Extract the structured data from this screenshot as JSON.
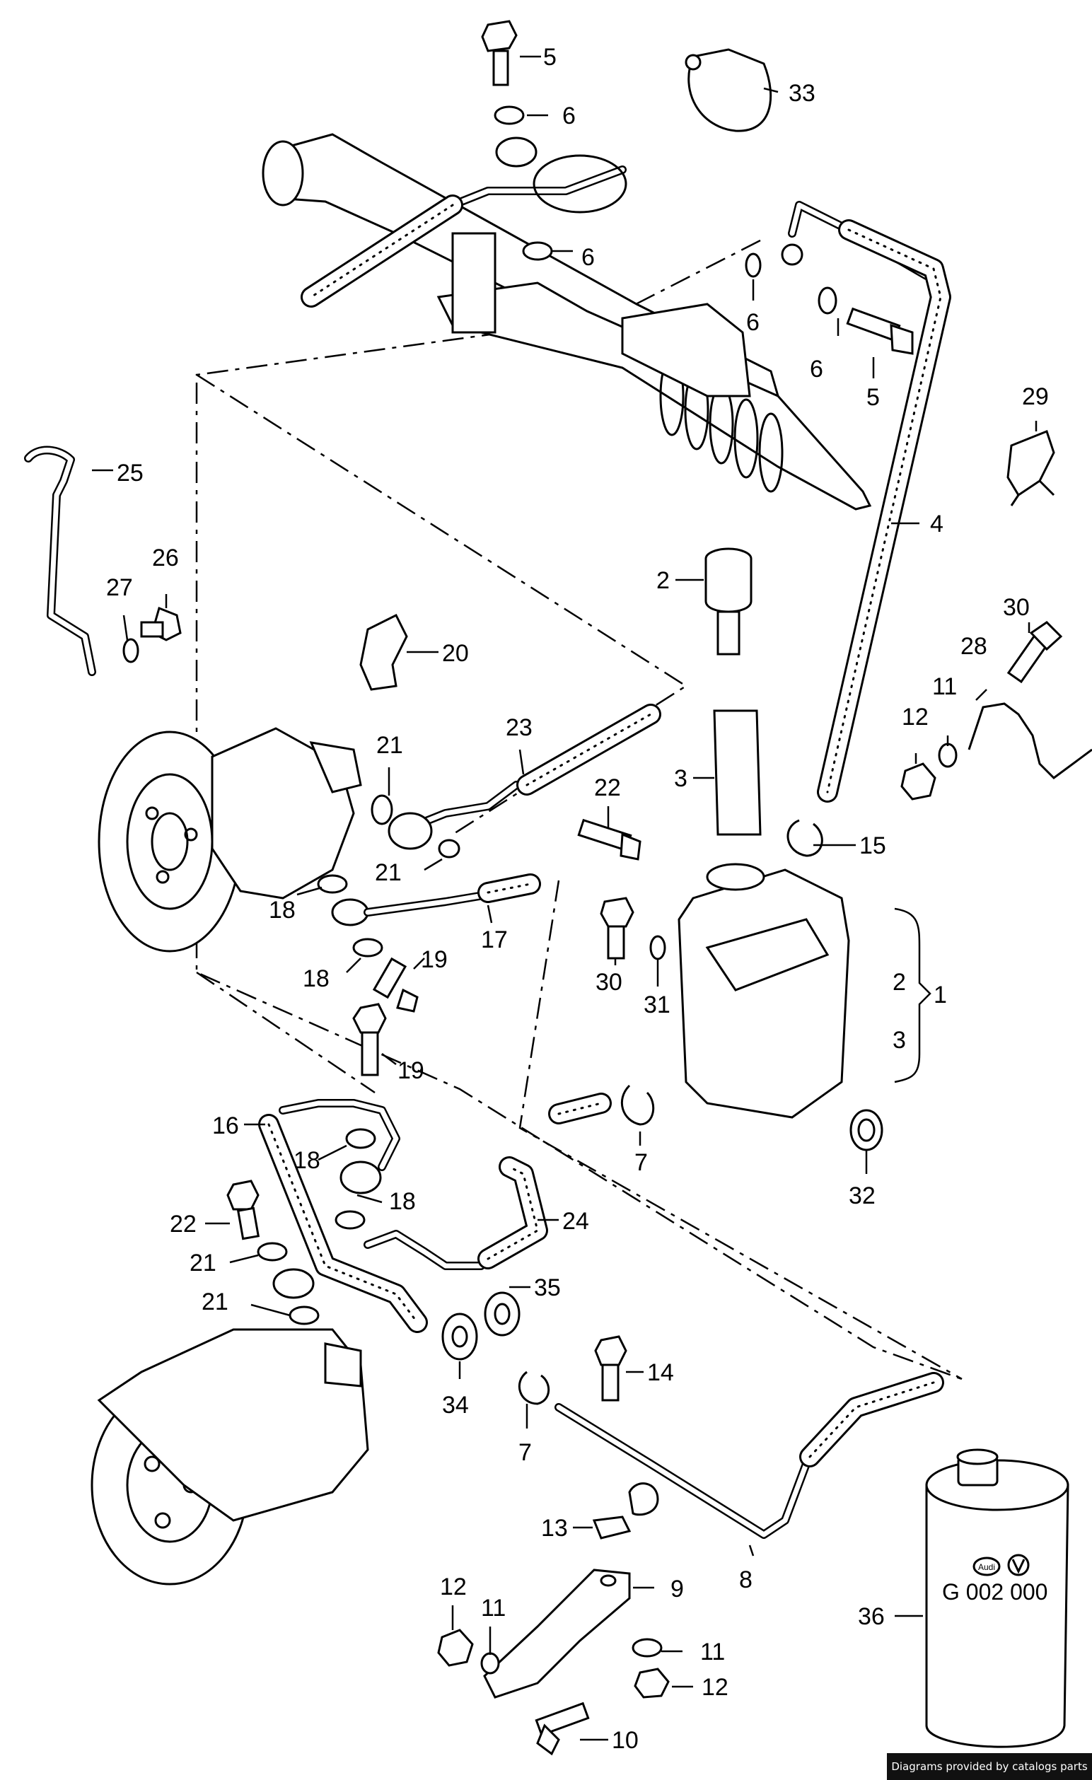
{
  "diagram": {
    "callouts": [
      "1",
      "2",
      "3",
      "4",
      "5",
      "6",
      "7",
      "8",
      "9",
      "10",
      "11",
      "12",
      "13",
      "14",
      "15",
      "16",
      "17",
      "18",
      "19",
      "20",
      "21",
      "22",
      "23",
      "24",
      "25",
      "26",
      "27",
      "28",
      "29",
      "30",
      "31",
      "32",
      "33",
      "34",
      "35",
      "36"
    ],
    "can_label": "G 002 000",
    "can_logo": "Audi"
  },
  "footer": {
    "credit": "Diagrams provided by catalogs parts"
  }
}
